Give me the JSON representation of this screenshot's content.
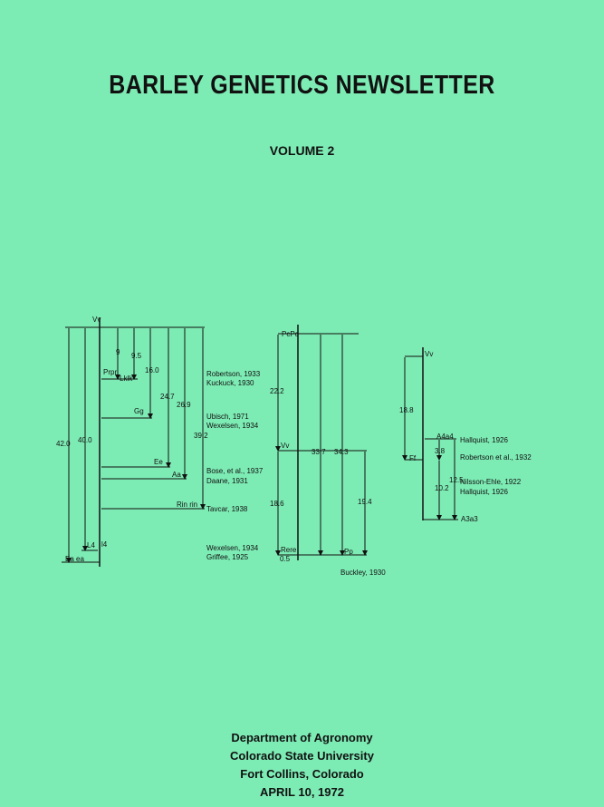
{
  "header": {
    "title": "BARLEY GENETICS NEWSLETTER",
    "volume": "VOLUME 2"
  },
  "map1": {
    "top_locus": "Vv",
    "bottom_locus_a": "l4",
    "bottom_locus_b": "Ea ea",
    "bottom_locus_c": "L4",
    "distances": [
      "9",
      "9.5",
      "16.0",
      "24.7",
      "26.9",
      "39.2",
      "42.0",
      "40.0"
    ],
    "loci": [
      "Prpr",
      "Lklk",
      "Gg",
      "Ee",
      "Aa",
      "Rin rin"
    ],
    "refs": [
      "Robertson, 1933",
      "Kuckuck, 1930",
      "Ubisch, 1971",
      "Wexelsen, 1934",
      "Bose, et al., 1937",
      "Daane, 1931",
      "Tavcar, 1938",
      "Wexelsen, 1934",
      "Griffee, 1925"
    ]
  },
  "map2": {
    "top_locus": "PcPc",
    "mid_locus": "Vv",
    "bottom_left": "Rere",
    "bottom_right": "Pp",
    "distances": [
      "22.2",
      "18.6",
      "33.7",
      "34.3",
      "19.4",
      "0.5"
    ],
    "ref": "Buckley, 1930"
  },
  "map3": {
    "top_locus": "Vv",
    "loci": [
      "A4a4",
      "Ff",
      "A3a3"
    ],
    "distances": [
      "18.8",
      "3.8",
      "12.5",
      "10.2"
    ],
    "refs": [
      "Hallquist, 1926",
      "Robertson et al., 1932",
      "Nilsson-Ehle, 1922",
      "Hallquist, 1926"
    ]
  },
  "footer": {
    "line1": "Department of Agronomy",
    "line2": "Colorado State University",
    "line3": "Fort Collins, Colorado",
    "line4": "APRIL 10, 1972"
  }
}
